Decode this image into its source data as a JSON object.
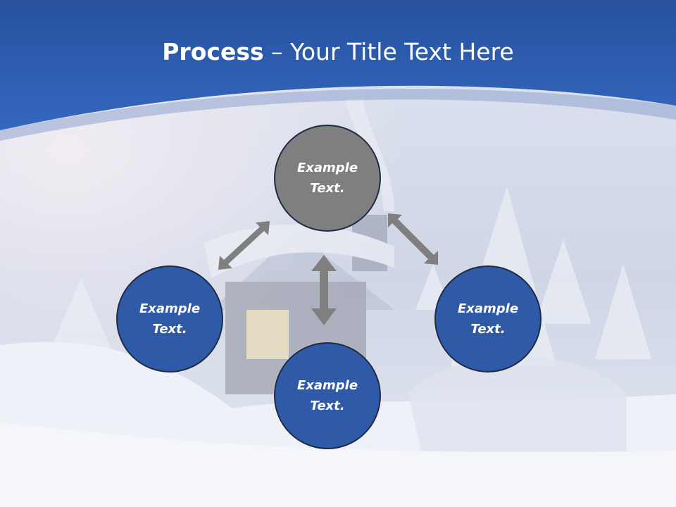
{
  "slide": {
    "title_bold": "Process",
    "title_rest": " – Your Title Text Here"
  },
  "colors": {
    "header_blue": "#2d5fb5",
    "node_blue": "#2e5aa8",
    "node_gray": "#7f7f7f",
    "arrow_gray": "#7f7f7f",
    "node_border": "#1f2a44"
  },
  "nodes": [
    {
      "id": "top",
      "text": "Example Text."
    },
    {
      "id": "left",
      "text": "Example Text."
    },
    {
      "id": "right",
      "text": "Example Text."
    },
    {
      "id": "bottom",
      "text": "Example Text."
    }
  ]
}
